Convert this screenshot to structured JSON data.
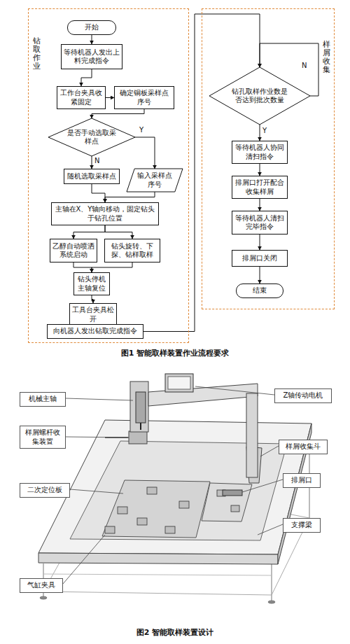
{
  "diagram": {
    "caption": "图1 智能取样装置作业流程要求",
    "nodes": [
      {
        "text": [
          "钻取作业"
        ]
      },
      {
        "text": [
          "样屑收集"
        ]
      },
      {
        "text": [
          "开始"
        ],
        "in": 0
      },
      {
        "text": [
          "等待机器人发出上料完成指令"
        ],
        "in": 0
      },
      {
        "text": [
          "工作台夹具收紧固定"
        ],
        "in": 0
      },
      {
        "text": [
          "确定铜板采样点序号"
        ],
        "in": 0
      },
      {
        "text": [
          "是否手动选取采样点"
        ],
        "in": 0
      },
      {
        "text": [
          "随机选取采样点"
        ],
        "in": 0
      },
      {
        "text": [
          "输入采样点序号"
        ],
        "in": 0
      },
      {
        "text": [
          "主轴在X、Y轴向移动，固定钻头于钻孔位置"
        ],
        "in": 0
      },
      {
        "text": [
          "乙醇自动喷洒系统启动"
        ],
        "in": 0
      },
      {
        "text": [
          "钻头旋转、下探、钻样取样"
        ],
        "in": 0
      },
      {
        "text": [
          "钻头停机主轴复位"
        ],
        "in": 0
      },
      {
        "text": [
          "工具台夹具松开"
        ],
        "in": 0
      },
      {
        "text": [
          "向机器人发出钻取完成指令"
        ],
        "in": 0
      },
      {
        "text": [
          "钻孔取样作业数是否达到批次数量"
        ],
        "in": 1
      },
      {
        "text": [
          "等待机器人协同清扫指令"
        ],
        "in": 1
      },
      {
        "text": [
          "排屑口打开配合收集样屑"
        ],
        "in": 1
      },
      {
        "text": [
          "等待机器人清扫完毕指令"
        ],
        "in": 1
      },
      {
        "text": [
          "排屑口关闭"
        ],
        "in": 1
      },
      {
        "text": [
          "结束"
        ],
        "in": 1
      },
      {
        "text": [
          "机械主轴"
        ]
      },
      {
        "text": [
          "Z轴传动电机"
        ]
      },
      {
        "text": [
          "样屑螺杆收集装置"
        ]
      },
      {
        "text": [
          "样屑收集斗"
        ]
      },
      {
        "text": [
          "二次定位板"
        ]
      },
      {
        "text": [
          "排屑口"
        ]
      },
      {
        "text": [
          "支撑梁"
        ]
      },
      {
        "text": [
          "气缸夹具"
        ]
      }
    ],
    "edges": [
      {
        "from": 2,
        "to": 3,
        "arrow": "to"
      },
      {
        "from": 3,
        "to": 4,
        "arrow": "to"
      },
      {
        "from": 4,
        "to": 5,
        "arrow": "to"
      },
      {
        "from": 5,
        "to": 6,
        "arrow": "to"
      },
      {
        "from": 6,
        "to": 7,
        "arrow": "to",
        "label": "N"
      },
      {
        "from": 6,
        "to": 8,
        "arrow": "to",
        "label": "Y"
      },
      {
        "from": 7,
        "to": 9,
        "arrow": "to"
      },
      {
        "from": 8,
        "to": 9,
        "arrow": "to"
      },
      {
        "from": 9,
        "to": 10,
        "arrow": "to"
      },
      {
        "from": 9,
        "to": 11,
        "arrow": "to"
      },
      {
        "from": 10,
        "to": 12,
        "arrow": "to"
      },
      {
        "from": 11,
        "to": 12,
        "arrow": "to"
      },
      {
        "from": 12,
        "to": 13,
        "arrow": "to"
      },
      {
        "from": 13,
        "to": 14,
        "arrow": "to"
      },
      {
        "from": 14,
        "to": 15,
        "arrow": "to"
      },
      {
        "from": 15,
        "to": 16,
        "arrow": "to",
        "label": "Y"
      },
      {
        "from": 15,
        "to": 15,
        "arrow": "to",
        "label": "N"
      },
      {
        "from": 16,
        "to": 17,
        "arrow": "to"
      },
      {
        "from": 17,
        "to": 18,
        "arrow": "to"
      },
      {
        "from": 18,
        "to": 19,
        "arrow": "to"
      },
      {
        "from": 19,
        "to": 20,
        "arrow": "to"
      }
    ],
    "labels": [
      "图2 智能取样装置设计"
    ]
  }
}
